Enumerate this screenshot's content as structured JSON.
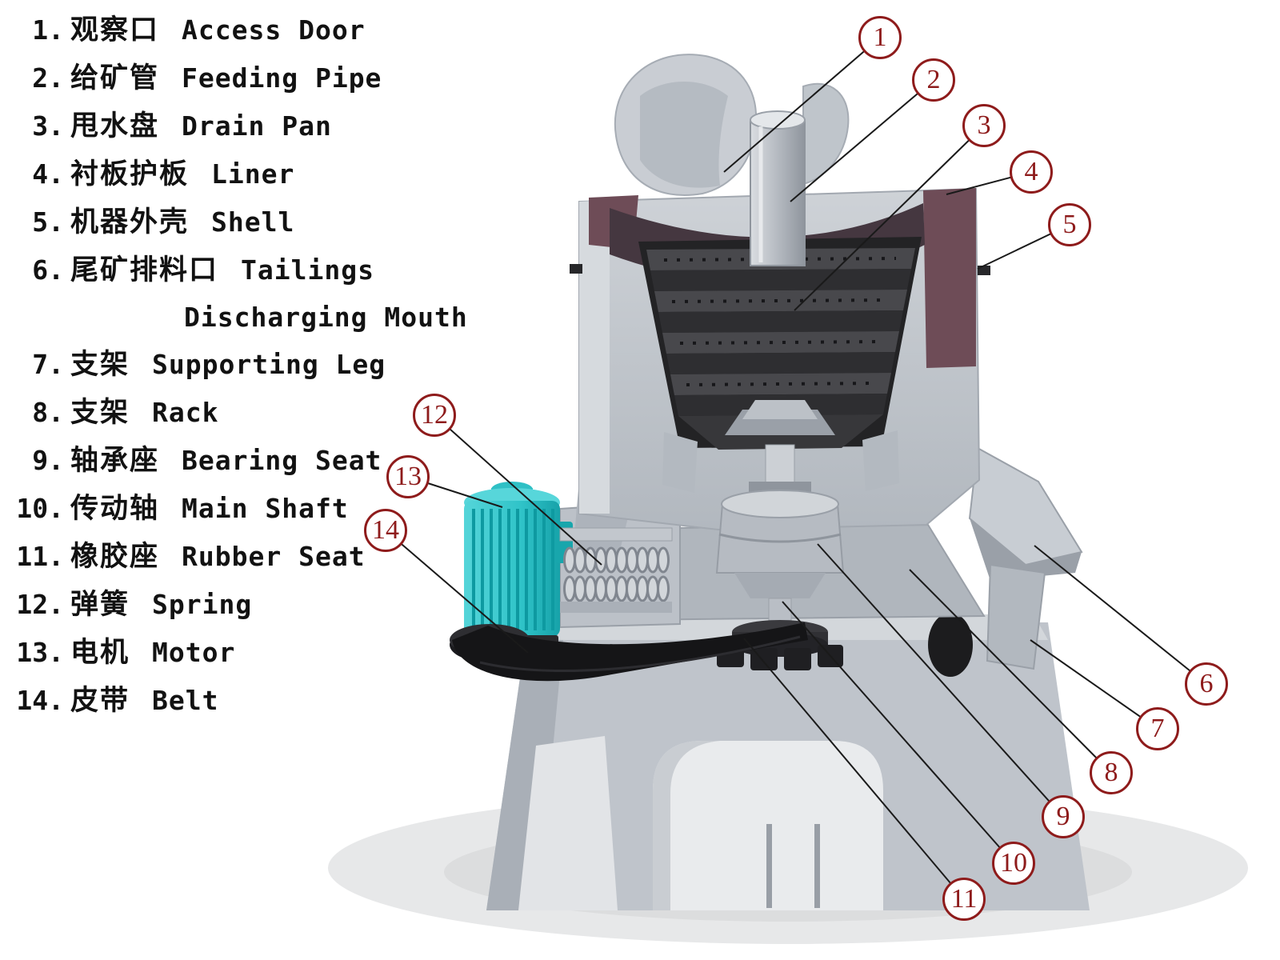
{
  "legend": {
    "items": [
      {
        "num": "1.",
        "zh": "观察口",
        "en": "Access Door"
      },
      {
        "num": "2.",
        "zh": "给矿管",
        "en": "Feeding Pipe"
      },
      {
        "num": "3.",
        "zh": "甩水盘",
        "en": "Drain Pan"
      },
      {
        "num": "4.",
        "zh": "衬板护板",
        "en": "Liner"
      },
      {
        "num": "5.",
        "zh": "机器外壳",
        "en": "Shell"
      },
      {
        "num": "6.",
        "zh": "尾矿排料口",
        "en": "Tailings",
        "en2": "Discharging Mouth"
      },
      {
        "num": "7.",
        "zh": "支架",
        "en": "Supporting Leg"
      },
      {
        "num": "8.",
        "zh": "支架",
        "en": "Rack"
      },
      {
        "num": "9.",
        "zh": "轴承座",
        "en": "Bearing Seat"
      },
      {
        "num": "10.",
        "zh": "传动轴",
        "en": "Main Shaft"
      },
      {
        "num": "11.",
        "zh": "橡胶座",
        "en": "Rubber Seat"
      },
      {
        "num": "12.",
        "zh": "弹簧",
        "en": "Spring"
      },
      {
        "num": "13.",
        "zh": "电机",
        "en": "Motor"
      },
      {
        "num": "14.",
        "zh": "皮带",
        "en": "Belt"
      }
    ]
  },
  "callouts": [
    {
      "label": "1"
    },
    {
      "label": "2"
    },
    {
      "label": "3"
    },
    {
      "label": "4"
    },
    {
      "label": "5"
    },
    {
      "label": "6"
    },
    {
      "label": "7"
    },
    {
      "label": "8"
    },
    {
      "label": "9"
    },
    {
      "label": "10"
    },
    {
      "label": "11"
    },
    {
      "label": "12"
    },
    {
      "label": "13"
    },
    {
      "label": "14"
    }
  ],
  "colors": {
    "callout_red": "#8e1b1b",
    "leader_line": "#1a1a1a",
    "text": "#121212",
    "shell_gray": "#c3c8ce",
    "interior_dark": "#2a2a2d",
    "liner_maroon": "#6e4c57",
    "motor_teal": "#2fc3c8",
    "belt_black": "#151517"
  }
}
